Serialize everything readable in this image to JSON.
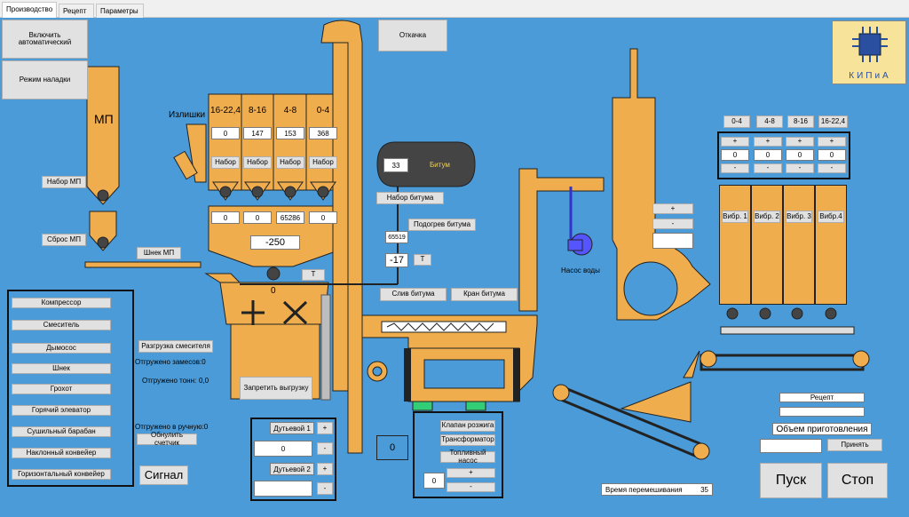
{
  "tabs": [
    {
      "label": "Производство"
    },
    {
      "label": "Рецепт"
    },
    {
      "label": "Параметры"
    }
  ],
  "controls": {
    "auto_mode": "Включить автоматический",
    "setup_mode": "Режим наладки",
    "pump_out": "Откачка"
  },
  "logo": {
    "text": "КИПиА"
  },
  "mp": {
    "label": "МП",
    "fill_btn": "Набор МП",
    "dump_btn": "Сброс МП",
    "screw_label": "Шнек МП"
  },
  "bins": {
    "excess_label": "Излишки",
    "labels": [
      "16-22,4",
      "8-16",
      "4-8",
      "0-4"
    ],
    "values": [
      "0",
      "147",
      "153",
      "368"
    ],
    "fill_btn": "Набор"
  },
  "weigher": {
    "values": [
      "0",
      "0",
      "65286",
      "0"
    ],
    "total": "-250",
    "zero": "0",
    "t_label": "Т"
  },
  "bitumen": {
    "tank_value": "33",
    "tank_label": "Битум",
    "fill_btn": "Набор битума",
    "heat_btn": "Подогрев битума",
    "level_value": "65519",
    "temp_value": "-17",
    "t_label": "Т",
    "drain_btn": "Слив битума",
    "valve_btn": "Кран битума"
  },
  "water": {
    "pump_label": "Насос воды"
  },
  "water_controls": {
    "plus": "+",
    "minus": "-",
    "value": ""
  },
  "vib": {
    "labels": [
      "0-4",
      "4-8",
      "8-16",
      "16-22,4"
    ],
    "plus": "+",
    "minus": "-",
    "values": [
      "0",
      "0",
      "0",
      "0"
    ],
    "feeders": [
      "Вибр. 1",
      "Вибр. 2",
      "Вибр. 3",
      "Вибр.4"
    ]
  },
  "equipment": [
    "Компрессор",
    "Смеситель",
    "Дымосос",
    "Шнек",
    "Грохот",
    "Горячий элеватор",
    "Сушильный барабан",
    "Наклонный конвейер",
    "Горизонтальный конвейер"
  ],
  "mixer": {
    "unload_btn": "Разгрузка смесителя",
    "batches_shipped": "Отгружено замесов:0",
    "tons_shipped": "Отгружено тонн:",
    "tons_value": "0,0",
    "manual_shipped": "Отгружено в ручную:0",
    "reset_btn": "Обнулить счетчик",
    "forbid_btn": "Запретить выгрузку"
  },
  "signal": "Сигнал",
  "blowers": [
    {
      "label": "Дутьевой 1",
      "plus": "+",
      "minus": "-",
      "value": "0"
    },
    {
      "label": "Дутьевой 2",
      "plus": "+",
      "minus": "-",
      "value": ""
    }
  ],
  "elevator_counter": "0",
  "burner": {
    "ignition_valve": "Клапан розжига",
    "transformer": "Трансформатор",
    "fuel_pump": "Топливный насос",
    "plus": "+",
    "minus": "-",
    "value": "0"
  },
  "recipe": {
    "label": "Рецепт",
    "value": "",
    "volume_label": "Объем приготовления",
    "volume_value": "",
    "accept": "Принять"
  },
  "mixing_time": {
    "label": "Время перемешивания",
    "value": "35"
  },
  "start": "Пуск",
  "stop": "Стоп",
  "colors": {
    "background": "#4a9bd8",
    "equipment": "#f0ad4e",
    "outline": "#222222"
  }
}
